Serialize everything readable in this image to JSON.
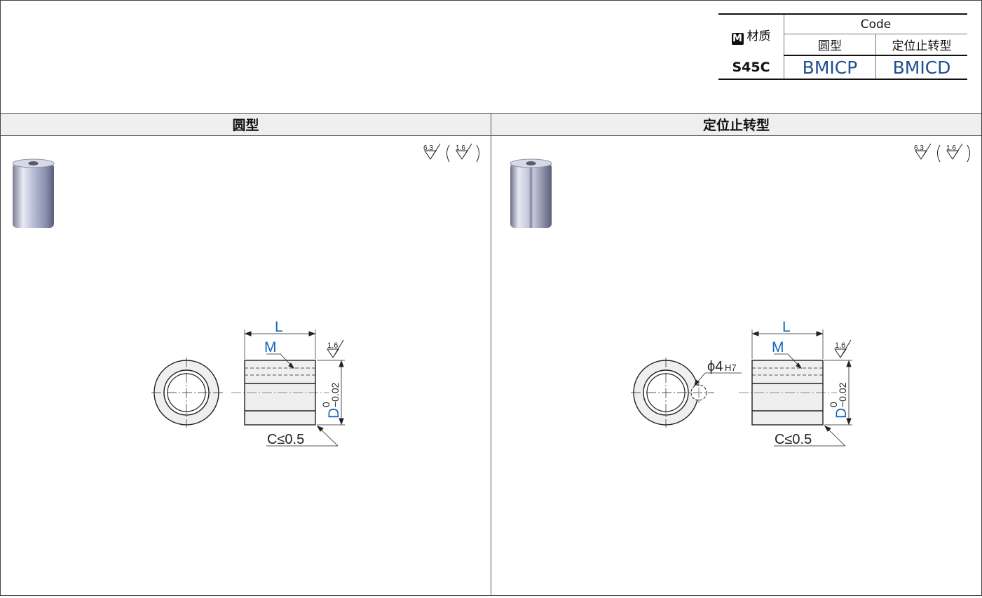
{
  "spec_table": {
    "material_badge": "M",
    "material_header": "材质",
    "code_header": "Code",
    "sub_headers": [
      "圆型",
      "定位止转型"
    ],
    "material_value": "S45C",
    "codes": [
      "BMICP",
      "BMICD"
    ]
  },
  "panels": [
    {
      "title": "圆型",
      "roughness_main": "6.3",
      "roughness_paren": "1.6",
      "dims": {
        "L": "L",
        "M": "M",
        "tol_upper": "0",
        "tol_lower": "−0.02",
        "D": "D",
        "chamfer": "C≤0.5",
        "roughness_side": "1.6"
      }
    },
    {
      "title": "定位止转型",
      "roughness_main": "6.3",
      "roughness_paren": "1.6",
      "pin_hole": "ϕ4",
      "pin_hole_fit": "H7",
      "dims": {
        "L": "L",
        "M": "M",
        "tol_upper": "0",
        "tol_lower": "−0.02",
        "D": "D",
        "chamfer": "C≤0.5",
        "roughness_side": "1.6"
      }
    }
  ],
  "colors": {
    "code_blue": "#1f4f8f",
    "dim_blue": "#1565c0",
    "header_bg": "#efefef"
  }
}
